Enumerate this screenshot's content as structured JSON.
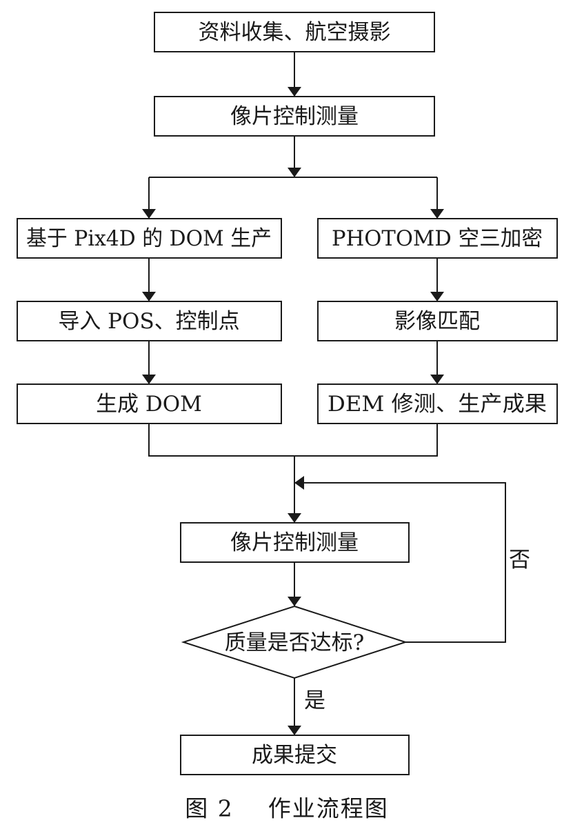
{
  "flowchart": {
    "nodes": {
      "collect": "资料收集、航空摄影",
      "photo_control_1": "像片控制测量",
      "pix4d_dom": "基于 Pix4D 的 DOM 生产",
      "photomd_aerial": "PHOTOMD 空三加密",
      "import_pos": "导入 POS、控制点",
      "image_match": "影像匹配",
      "gen_dom": "生成 DOM",
      "dem_edit": "DEM 修测、生产成果",
      "photo_control_2": "像片控制测量",
      "quality_check": "质量是否达标?",
      "submit": "成果提交"
    },
    "edge_labels": {
      "no": "否",
      "yes": "是"
    }
  },
  "caption": "图 2    作业流程图"
}
